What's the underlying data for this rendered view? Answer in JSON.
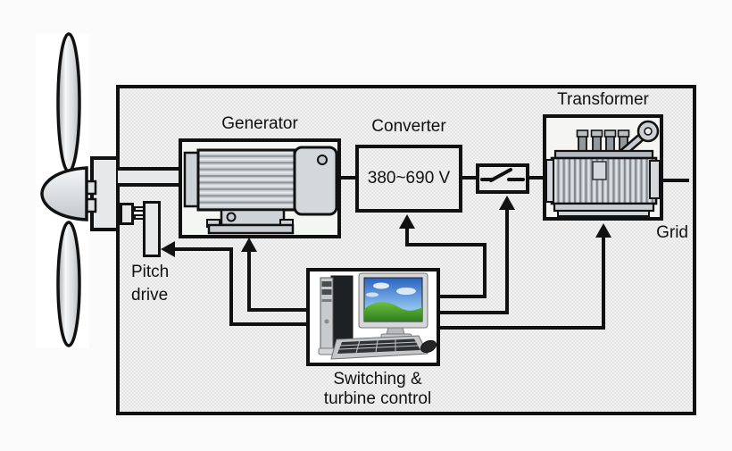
{
  "diagram": {
    "subject": "Wind turbine electrical system block diagram",
    "blocks": {
      "generator": {
        "label": "Generator"
      },
      "converter": {
        "label": "Converter",
        "voltage": "380~690 V"
      },
      "switch": {
        "symbol": "circuit-breaker"
      },
      "transformer": {
        "label": "Transformer"
      },
      "grid": {
        "label": "Grid"
      },
      "pitch_drive": {
        "line1": "Pitch",
        "line2": "drive"
      },
      "controller": {
        "line1": "Switching &",
        "line2": "turbine control"
      }
    },
    "connections": [
      {
        "from": "wind-rotor",
        "to": "generator",
        "type": "shaft"
      },
      {
        "from": "generator",
        "to": "converter",
        "type": "power"
      },
      {
        "from": "converter",
        "to": "switch",
        "type": "power"
      },
      {
        "from": "switch",
        "to": "transformer",
        "type": "power"
      },
      {
        "from": "transformer",
        "to": "grid",
        "type": "power"
      },
      {
        "from": "controller",
        "to": "pitch-drive",
        "type": "control-arrow"
      },
      {
        "from": "controller",
        "to": "generator",
        "type": "control-arrow"
      },
      {
        "from": "controller",
        "to": "converter",
        "type": "control-arrow"
      },
      {
        "from": "controller",
        "to": "switch",
        "type": "control-arrow"
      },
      {
        "from": "controller",
        "to": "transformer",
        "type": "control-arrow"
      }
    ],
    "colors": {
      "line": "#111111",
      "panel_fill": "#f3f3f3",
      "panel_checker": "#e4e4e4",
      "machine_gray": "#ccd2d7",
      "screen_sky": "#2a63c0",
      "screen_grass": "#3f9e2f",
      "background": "#fbfbfb"
    }
  }
}
